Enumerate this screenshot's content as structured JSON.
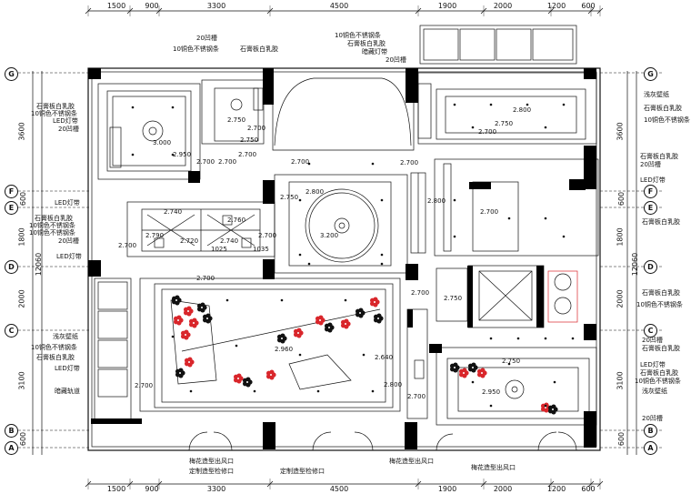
{
  "dimensions": {
    "top": [
      "1500",
      "900",
      "3300",
      "4500",
      "1900",
      "2000",
      "1200",
      "600"
    ],
    "bottom": [
      "1500",
      "900",
      "3300",
      "4500",
      "1900",
      "2000",
      "1200",
      "600"
    ],
    "left": [
      "3600",
      "600",
      "1800",
      "2000",
      "3100",
      "600"
    ],
    "left_total": "12060",
    "right": [
      "3600",
      "600",
      "1800",
      "2000",
      "3100",
      "600"
    ],
    "right_total": "12060"
  },
  "axes": {
    "left": [
      "G",
      "F",
      "E",
      "D",
      "C",
      "B",
      "A"
    ],
    "right": [
      "G",
      "F",
      "E",
      "D",
      "C",
      "B",
      "A"
    ]
  },
  "labels": {
    "top_left": [
      "20凹槽",
      "10铜色不锈钢条",
      "石膏板白乳胶"
    ],
    "top_center": [
      "10铜色不锈钢条",
      "石膏板白乳胶",
      "暗藏灯带",
      "20凹槽"
    ],
    "left_upper": [
      "石膏板白乳胶",
      "10铜色不锈钢条",
      "LED灯带",
      "20凹槽"
    ],
    "left_mid": [
      "LED灯带",
      "石膏板白乳胶",
      "10铜色不锈钢条",
      "10铜色不锈钢条",
      "20凹槽"
    ],
    "left_d": "LED灯带",
    "left_lower": [
      "浅灰壁纸",
      "10铜色不锈钢条",
      "石膏板白乳胶",
      "LED灯带"
    ],
    "left_track": "暗藏轨道",
    "right_upper": [
      "浅灰壁纸",
      "石膏板白乳胶",
      "10铜色不锈钢条"
    ],
    "right_f": [
      "石膏板白乳胶",
      "20凹槽",
      "LED灯带"
    ],
    "right_e": "石膏板白乳胶",
    "right_d": [
      "石膏板白乳胶",
      "10铜色不锈钢条"
    ],
    "right_c": [
      "20凹槽",
      "石膏板白乳胶"
    ],
    "right_lower": [
      "LED灯带",
      "石膏板白乳胶",
      "10铜色不锈钢条",
      "浅灰壁纸"
    ],
    "right_b": "20凹槽",
    "bottom": [
      "梅花造型出风口",
      "定制造型检修口",
      "定制造型检修口",
      "梅花造型出风口",
      "梅花造型出风口"
    ]
  },
  "heights": {
    "h1": "3.000",
    "h2": "2.950",
    "h3": "2.750",
    "h4": "2.700",
    "h5": "2.750",
    "h6": "2.800",
    "h7": "2.750",
    "h8": "2.700",
    "h9": "2.700",
    "h10": "2.700",
    "h11": "2.750",
    "h12": "2.800",
    "h13": "2.700",
    "h14": "3.200",
    "h15": "2.700",
    "h16": "2.700",
    "h17": "2.700",
    "h18": "2.740",
    "h19": "2.790",
    "h20": "2.760",
    "h21": "2.720",
    "h22": "2.740",
    "h23": "2.700",
    "h24": "2.700",
    "h25": "2.750",
    "h26": "2.960",
    "h27": "2.640",
    "h28": "2.800",
    "h29": "2.700",
    "h30": "2.950",
    "h31": "2.700",
    "h32": "2.700",
    "h33": "1025",
    "h34": "2.700",
    "h35": "1035",
    "h36": "2.800",
    "h37": "2.750"
  },
  "colors": {
    "line": "#111111",
    "blossom": "#d9262b",
    "wall": "#000000"
  }
}
